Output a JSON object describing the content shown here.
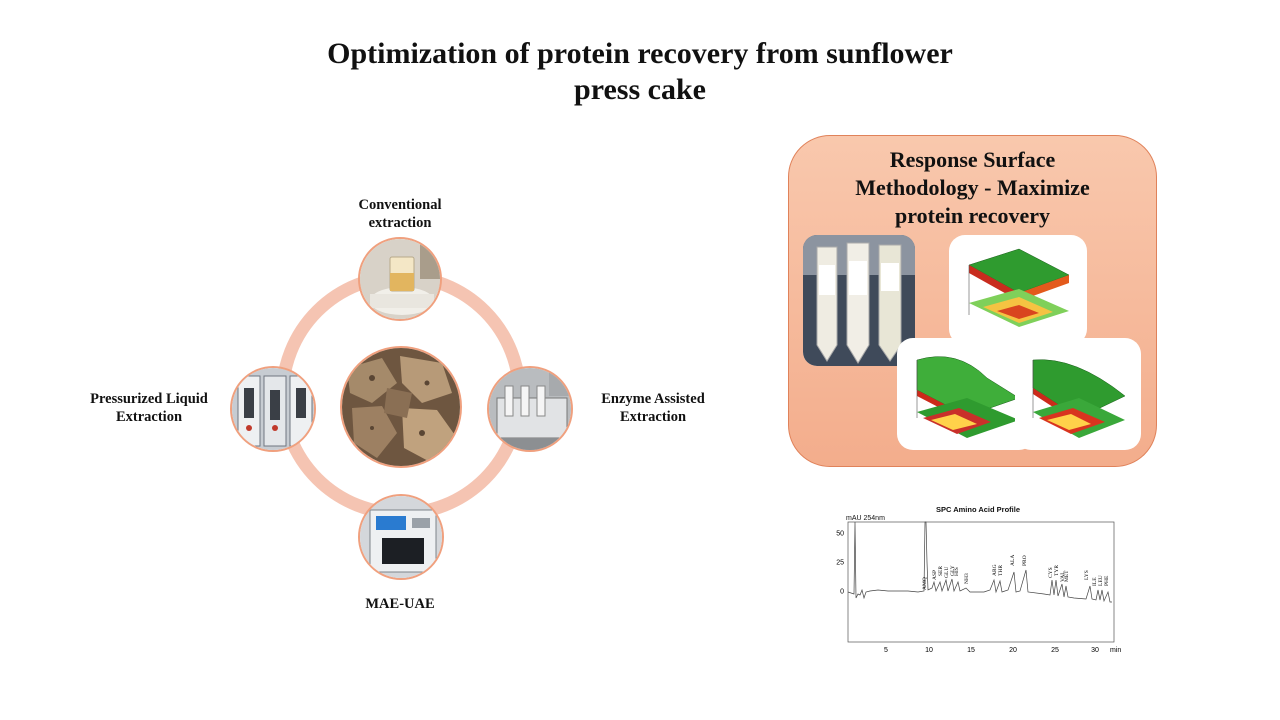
{
  "title": "Optimization of protein recovery from sunflower\npress  cake",
  "methods": {
    "top": "Conventional\nextraction",
    "left": "Pressurized Liquid\nExtraction",
    "right": "Enzyme Assisted\nExtraction",
    "bottom": "MAE-UAE"
  },
  "rsm": {
    "title": "Response Surface\nMethodology - Maximize\nprotein recovery"
  },
  "chromatogram": {
    "title": "SPC Amino Acid Profile",
    "ylabel": "mAU 254nm",
    "yticks": [
      "50",
      "25",
      "0"
    ],
    "xticks": [
      "5",
      "10",
      "15",
      "20",
      "25",
      "30"
    ],
    "xunit": "min",
    "peaks": [
      "AMQ",
      "ASP",
      "SER",
      "GLU",
      "GLY",
      "HIS",
      "NH3",
      "ARG",
      "THR",
      "ALA",
      "PRO",
      "CYS",
      "TYR",
      "VAL",
      "MET",
      "LYS",
      "ILE",
      "LEU",
      "PHE"
    ]
  }
}
